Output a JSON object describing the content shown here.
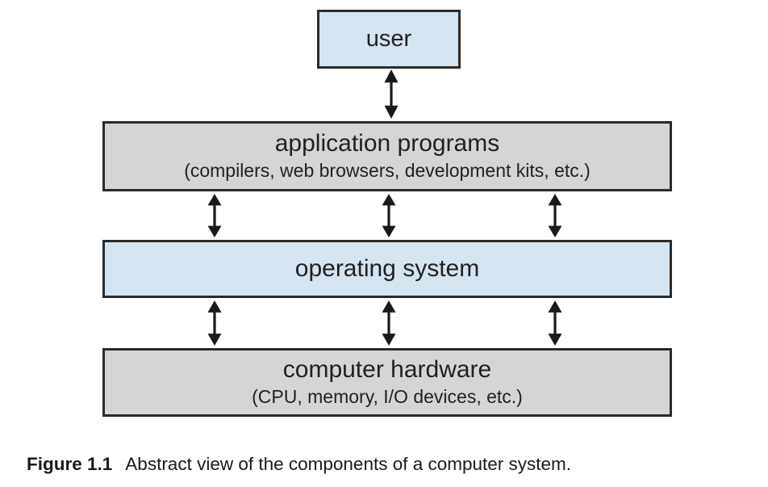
{
  "boxes": {
    "user": {
      "label": "user"
    },
    "applications": {
      "label": "application programs",
      "sublabel": "(compilers, web browsers, development kits, etc.)"
    },
    "os": {
      "label": "operating system"
    },
    "hardware": {
      "label": "computer hardware",
      "sublabel": "(CPU, memory, I/O devices, etc.)"
    }
  },
  "caption": {
    "label": "Figure 1.1",
    "text": "Abstract view of the components of a computer system."
  },
  "icons": {
    "arrow": "bidirectional-vertical-arrow"
  },
  "colors": {
    "blue_fill": "#d3e5f2",
    "gray_fill": "#d5d5d5",
    "border": "#2b2b2b",
    "arrow": "#1a1a1a"
  }
}
